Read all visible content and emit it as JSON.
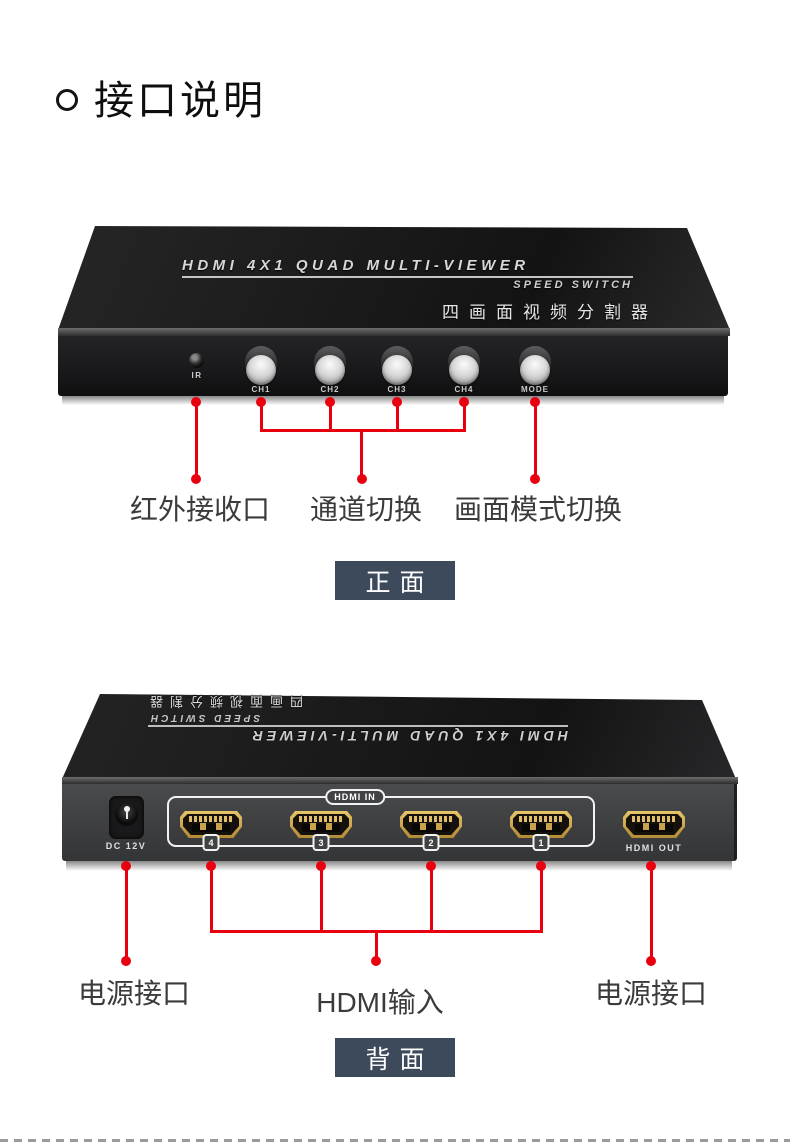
{
  "title": {
    "text": "接口说明"
  },
  "front": {
    "panel_text_line1": "HDMI 4X1 QUAD MULTI-VIEWER",
    "panel_text_line2": "SPEED SWITCH",
    "panel_text_line3": "四画面视频分割器",
    "ir_label": "IR",
    "buttons": [
      "CH1",
      "CH2",
      "CH3",
      "CH4",
      "MODE"
    ],
    "annotations": {
      "ir": "红外接收口",
      "channels": "通道切换",
      "mode": "画面模式切换"
    },
    "badge": "正面"
  },
  "back": {
    "panel_text_line1": "HDMI 4X1 QUAD MULTI-VIEWER",
    "panel_text_line2": "SPEED SWITCH",
    "panel_text_line3": "四画面视频分割器",
    "dc_label": "DC 12V",
    "hdmi_in_label": "HDMI IN",
    "port_numbers": [
      "4",
      "3",
      "2",
      "1"
    ],
    "hdmi_out_label": "HDMI OUT",
    "annotations": {
      "power_left": "电源接口",
      "hdmi_input": "HDMI输入",
      "power_right": "电源接口"
    },
    "badge": "背面"
  },
  "colors": {
    "annotation_red": "#e8000f",
    "badge_background": "#3d4a5b",
    "device_black": "#1a1a1b",
    "hdmi_gold": "#c9a24a"
  }
}
